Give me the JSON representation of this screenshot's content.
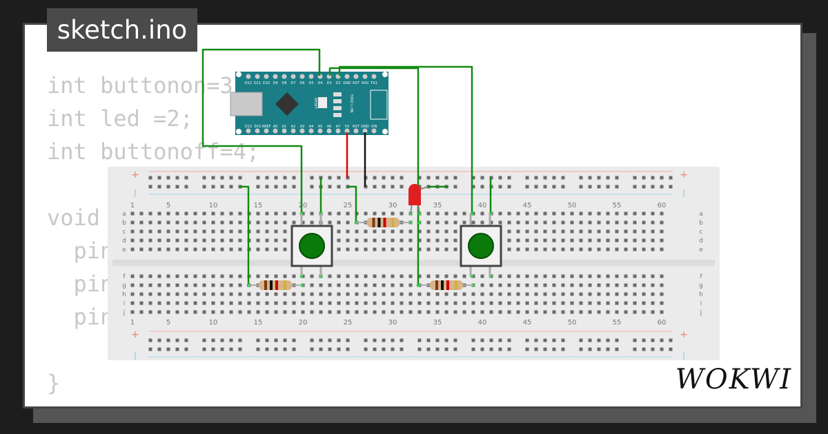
{
  "window": {
    "title": "sketch.ino"
  },
  "code": {
    "lines": [
      "int buttonon=3",
      "int led =2;",
      "int buttonoff=4;",
      "",
      "void",
      "  pin",
      "  pin",
      "  pin",
      "",
      "}"
    ]
  },
  "breadboard": {
    "column_labels": [
      "1",
      "5",
      "10",
      "15",
      "20",
      "25",
      "30",
      "35",
      "40",
      "45",
      "50",
      "55",
      "60"
    ],
    "row_labels_top": [
      "a",
      "b",
      "c",
      "d",
      "e"
    ],
    "row_labels_bottom": [
      "f",
      "g",
      "h",
      "i",
      "j"
    ],
    "rail_plus": "+",
    "rail_minus": "|"
  },
  "arduino": {
    "top_pins": [
      "D12",
      "D11",
      "D10",
      "D9",
      "D8",
      "D7",
      "D6",
      "D5",
      "D4",
      "D3",
      "D2",
      "GND",
      "RST",
      "RX0",
      "TX1"
    ],
    "bottom_pins": [
      "D13",
      "3V3",
      "AREF",
      "A0",
      "A1",
      "A2",
      "A3",
      "A4",
      "A5",
      "A6",
      "A7",
      "5V",
      "RST",
      "GND",
      "VIN"
    ],
    "reset_label": "RESET",
    "led_labels": "TXRX L ON"
  },
  "colors": {
    "wire": "#128a12",
    "wire_red": "#e00000",
    "wire_black": "#111111",
    "board": "#1b7d86",
    "led": "#e02020",
    "button": "#0a7a0a"
  },
  "brand": {
    "logo": "WOKWI"
  }
}
